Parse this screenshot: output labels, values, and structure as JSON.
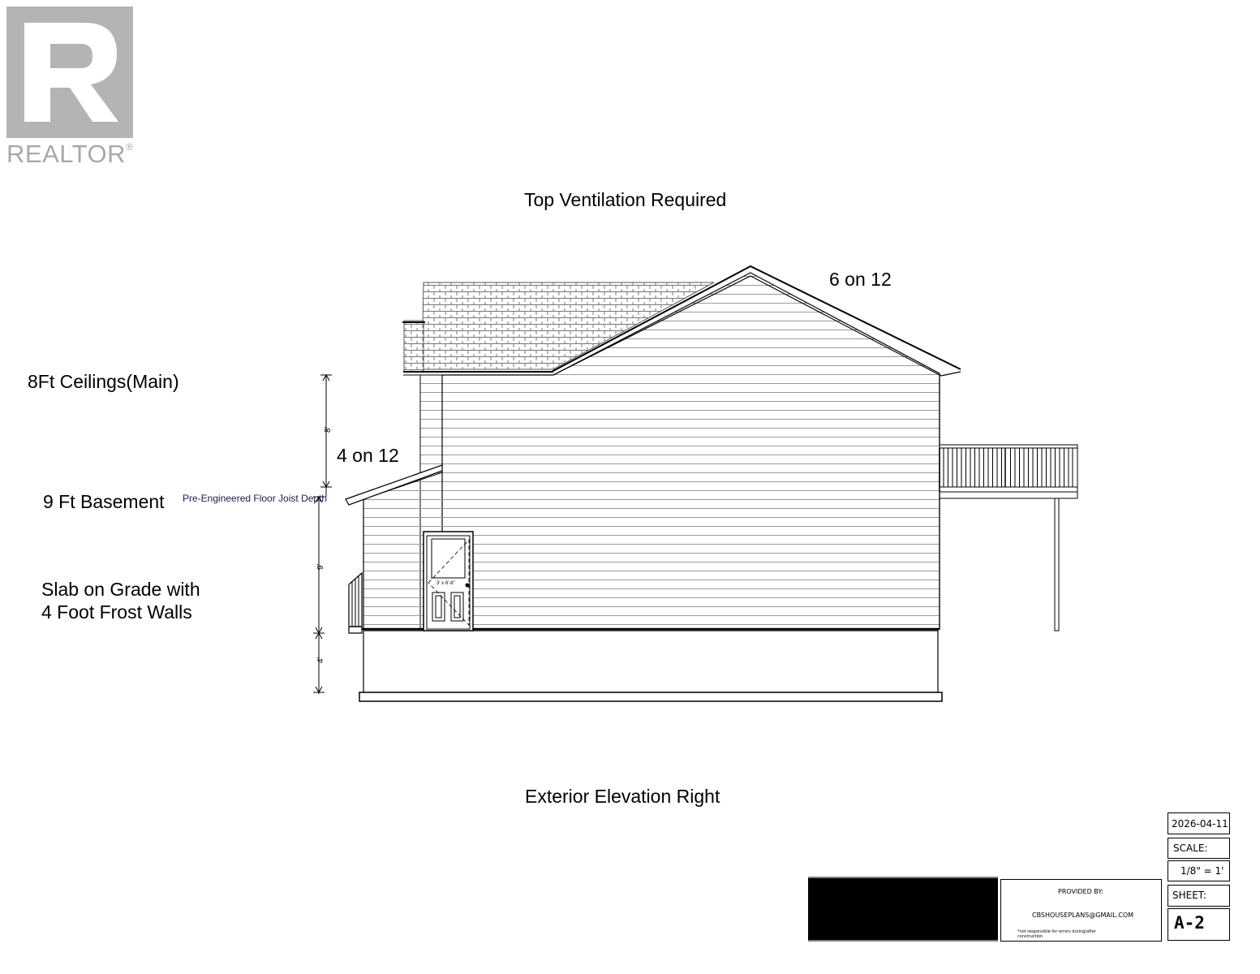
{
  "logo": {
    "word": "REALTOR",
    "mark": "®"
  },
  "notes": {
    "top_ventilation": "Top Ventilation Required",
    "pitch_upper": "6 on 12",
    "pitch_lower": "4 on 12",
    "ceilings_main": "8Ft Ceilings(Main)",
    "basement": "9 Ft Basement",
    "joist_depth": "Pre-Engineered Floor Joist Depth",
    "slab_line1": "Slab on Grade with",
    "slab_line2": "4 Foot Frost Walls",
    "caption": "Exterior Elevation Right"
  },
  "dimensions": {
    "main": "8'",
    "basement": "9'",
    "frost": "4'",
    "door_size": "3' x 6'-8\""
  },
  "title_block": {
    "date": "2026-04-11",
    "scale_label": "SCALE:",
    "scale_value": "1/8\" = 1'",
    "sheet_label": "SHEET:",
    "sheet_value": "A-2",
    "provided_by": "PROVIDED BY:",
    "email": "CBSHOUSEPLANS@GMAIL.COM",
    "disclaimer_line1": "*not responsible for errors during/after",
    "disclaimer_line2": "construction"
  },
  "colors": {
    "siding_line": "#9a9a9a",
    "shingle": "#888888",
    "logo_gray": "#b4b4b4"
  }
}
